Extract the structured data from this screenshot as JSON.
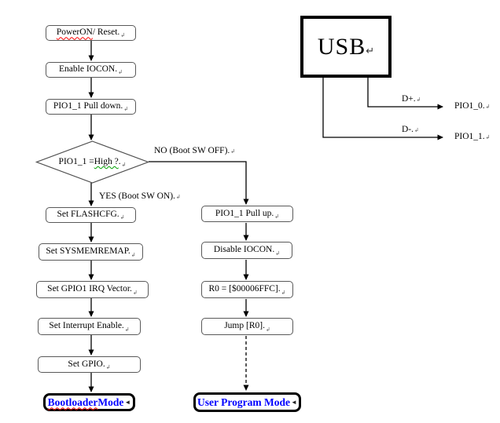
{
  "diagram": {
    "flow": {
      "boxes": {
        "power_on_reset": {
          "misspelled": "PowerON",
          "rest": "/ Reset."
        },
        "enable_iocon": {
          "label": "Enable IOCON."
        },
        "pio11_pull_down": {
          "label": "PIO1_1 Pull down."
        },
        "set_flashcfg": {
          "label": "Set FLASHCFG."
        },
        "set_sysmemremap": {
          "label": "Set SYSMEMREMAP."
        },
        "set_gpio1_irq_vector": {
          "label": "Set GPIO1 IRQ Vector."
        },
        "set_interrupt_enable": {
          "label": "Set Interrupt Enable."
        },
        "set_gpio": {
          "label": "Set GPIO."
        },
        "pio11_pull_up": {
          "label": "PIO1_1 Pull up."
        },
        "disable_iocon": {
          "label": "Disable IOCON."
        },
        "r0_load": {
          "label": "R0 = [$00006FFC]."
        },
        "jump_r0": {
          "label": "Jump [R0]."
        }
      },
      "decision": {
        "pre": "PIO1_1 = ",
        "flagged": "High ?",
        "post": "."
      },
      "edge_labels": {
        "no": "NO (Boot SW OFF).",
        "yes": "YES (Boot SW ON)."
      },
      "terminals": {
        "bootloader": {
          "misspelled": "Bootloader",
          "rest": " Mode"
        },
        "user_program": {
          "label": "User Program Mode"
        }
      }
    },
    "usb": {
      "title": "USB",
      "signals": [
        {
          "name": "D+.",
          "pin": "PIO1_0."
        },
        {
          "name": "D-.",
          "pin": "PIO1_1."
        }
      ]
    },
    "marks": {
      "eol": "↲",
      "para": "↵",
      "cell_end": "◄"
    }
  },
  "colors": {
    "mode_text_blue": "#0000FF",
    "spellcheck_red": "#FF0000",
    "grammar_green": "#00A000",
    "process_border_gray": "#595959",
    "terminal_border_black": "#000000"
  }
}
